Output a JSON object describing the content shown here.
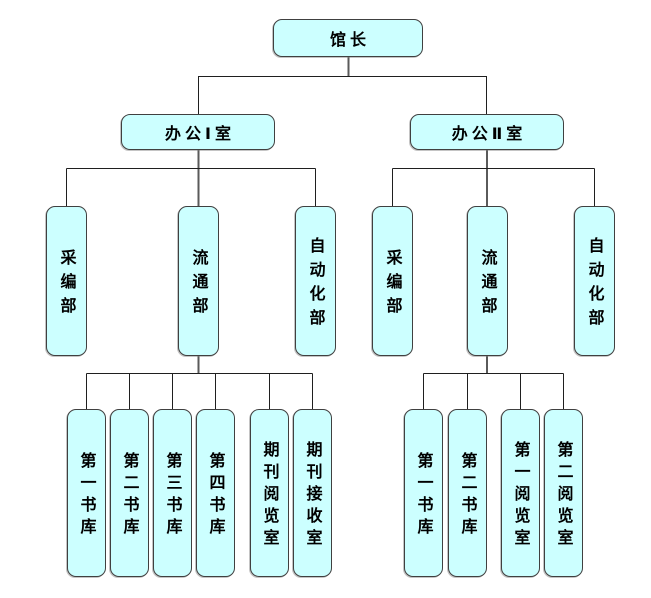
{
  "palette": {
    "background": "#FFFFFF",
    "node_fill": "#CCFFFF",
    "node_border": "#404040",
    "connector": "#1F1F1F",
    "text": "#000000"
  },
  "diagram": {
    "type": "org-chart",
    "root": {
      "label": "馆长"
    },
    "branches": [
      {
        "office": {
          "label": "办公Ⅰ室"
        },
        "departments": [
          {
            "label": "采编部",
            "children": []
          },
          {
            "label": "流通部",
            "children": [
              {
                "label": "第一书库"
              },
              {
                "label": "第二书库"
              },
              {
                "label": "第三书库"
              },
              {
                "label": "第四书库"
              },
              {
                "label": "期刊阅览室"
              },
              {
                "label": "期刊接收室"
              }
            ]
          },
          {
            "label": "自动化部",
            "children": []
          }
        ]
      },
      {
        "office": {
          "label": "办公Ⅱ室"
        },
        "departments": [
          {
            "label": "采编部",
            "children": []
          },
          {
            "label": "流通部",
            "children": [
              {
                "label": "第一书库"
              },
              {
                "label": "第二书库"
              },
              {
                "label": "第一阅览室"
              },
              {
                "label": "第二阅览室"
              }
            ]
          },
          {
            "label": "自动化部",
            "children": []
          }
        ]
      }
    ]
  }
}
